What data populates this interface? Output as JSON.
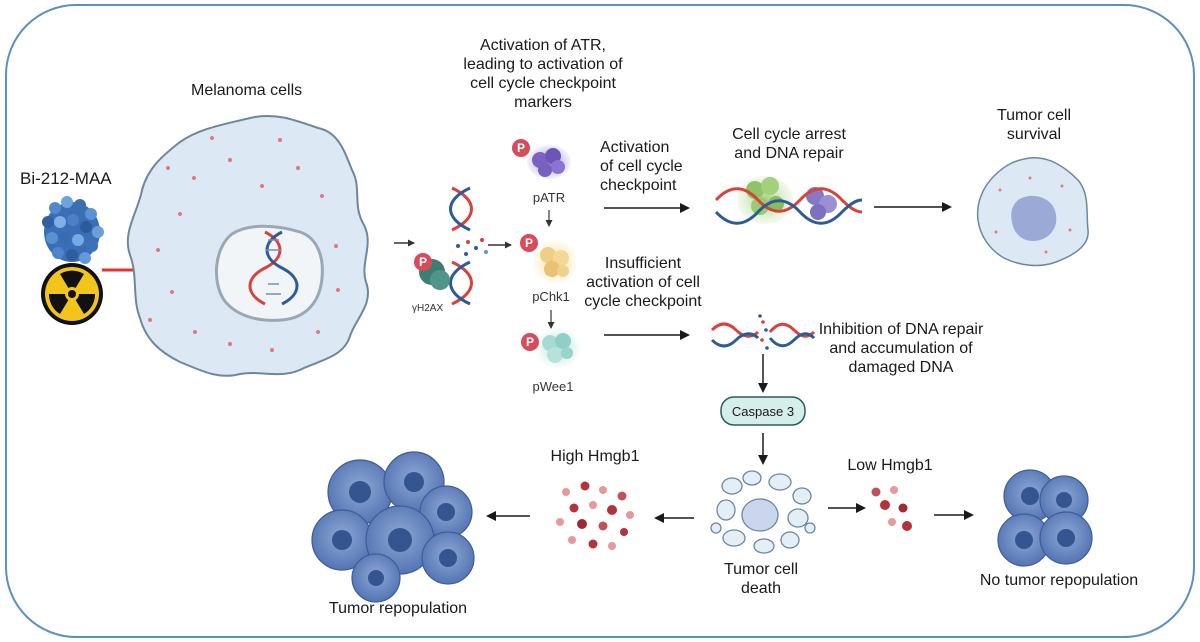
{
  "labels": {
    "bi212": "Bi-212-MAA",
    "melanoma": "Melanoma cells",
    "atr_line1": "Activation of ATR,",
    "atr_line2": "leading to activation of",
    "atr_line3": "cell cycle checkpoint",
    "atr_line4": "markers",
    "h2ax": "γH2AX",
    "patr": "pATR",
    "pchk1": "pChk1",
    "pwee1": "pWee1",
    "p_marker": "P",
    "act_line1": "Activation",
    "act_line2": "of cell cycle",
    "act_line3": "checkpoint",
    "arrest_line1": "Cell cycle arrest",
    "arrest_line2": "and DNA repair",
    "survival_line1": "Tumor cell",
    "survival_line2": "survival",
    "insuff_line1": "Insufficient",
    "insuff_line2": "activation of cell",
    "insuff_line3": "cycle checkpoint",
    "inhib_line1": "Inhibition of DNA repair",
    "inhib_line2": "and accumulation of",
    "inhib_line3": "damaged DNA",
    "caspase": "Caspase 3",
    "death_line1": "Tumor cell",
    "death_line2": "death",
    "high_hmgb1": "High Hmgb1",
    "low_hmgb1": "Low Hmgb1",
    "repop": "Tumor repopulation",
    "no_repop": "No tumor repopulation"
  },
  "colors": {
    "frame": "#5b8fc7",
    "cell_fill": "#dce9f4",
    "cell_stroke": "#6f879b",
    "nucleus": "#f2f5f8",
    "dots": "#e07a7a",
    "red_arrow": "#e63030",
    "p_circle": "#d84b5a",
    "dna_red": "#d9413a",
    "dna_blue": "#2c5c97",
    "hmgb1": "#b3333d",
    "hmgb1_light": "#e59a9a",
    "caspase_fill": "#d6eee9",
    "radiation_yellow": "#f3c51b"
  }
}
